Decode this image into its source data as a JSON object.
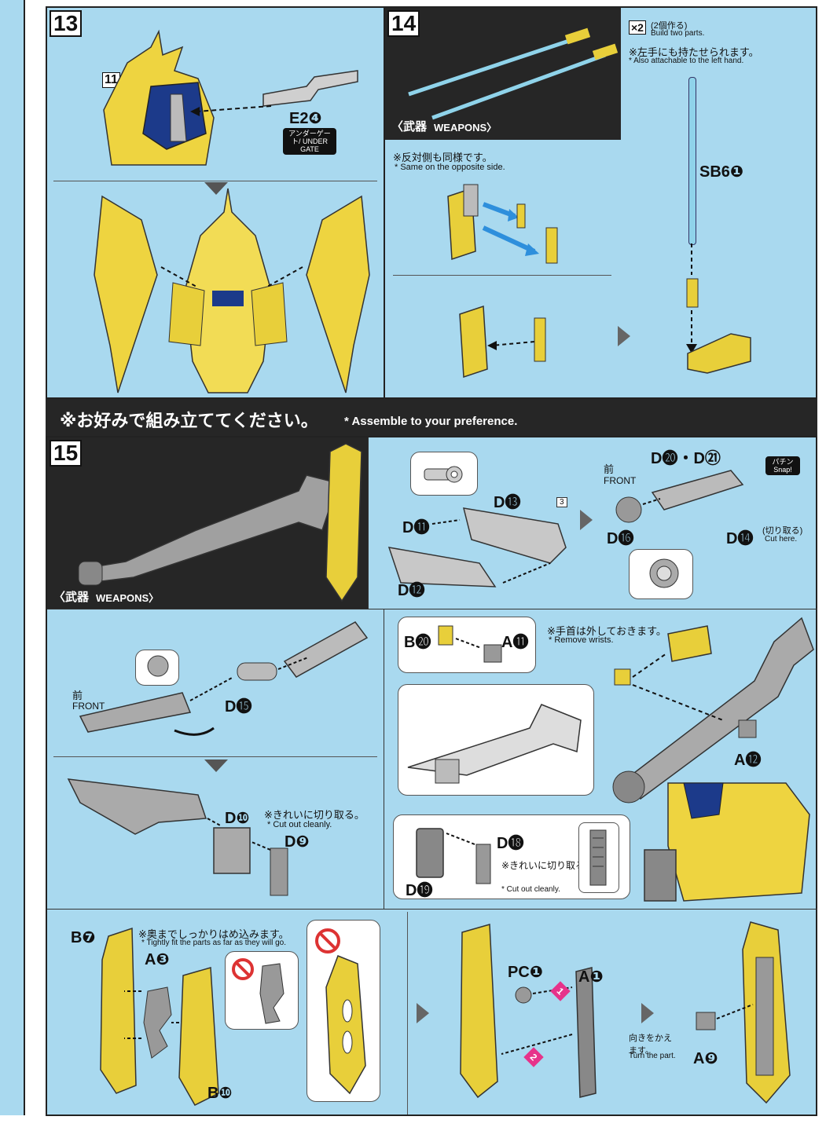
{
  "colors": {
    "panel_bg": "#a9d9ef",
    "dark_bg": "#262626",
    "gold": "#e8cf3a",
    "navy": "#1c3a8a",
    "arrow_blue": "#2e8fdc",
    "saber": "#8fd3ea",
    "magenta": "#e6338a"
  },
  "step13": {
    "number": "13",
    "inset_num": "11",
    "part_e2": "E2❹",
    "tag": "アンダーゲート/ UNDER GATE"
  },
  "step14": {
    "number": "14",
    "weapons_jp": "〈武器",
    "weapons_en": "WEAPONS〉",
    "build_x2": "×2",
    "build_jp": "(2個作る)",
    "build_en": "Build two parts.",
    "left_hand_jp": "※左手にも持たせられます。",
    "left_hand_en": "* Also attachable to the left hand.",
    "opposite_jp": "※反対側も同様です。",
    "opposite_en": "* Same on the opposite side.",
    "part_sb6": "SB6❶"
  },
  "banner": {
    "jp": "※お好みで組み立ててください。",
    "en": "* Assemble to your preference."
  },
  "step15": {
    "number": "15",
    "weapons_jp": "〈武器",
    "weapons_en": "WEAPONS〉",
    "d13": "D⓭",
    "d11": "D⓫",
    "d12": "D⓬",
    "inset3": "3",
    "d20_21": "D⓴・D㉑",
    "front_jp": "前",
    "front_en": "FRONT",
    "snap_jp": "パチン",
    "snap_en": "Snap!",
    "d16": "D⓰",
    "d14": "D⓮",
    "cut_jp": "(切り取る)",
    "cut_en": "Cut here.",
    "d15": "D⓯",
    "d10": "D❿",
    "d9": "D❾",
    "cut_clean_jp": "※きれいに切り取る。",
    "cut_clean_en": "* Cut out cleanly.",
    "b20": "B⓴",
    "a11": "A⓫",
    "wrists_jp": "※手首は外しておきます。",
    "wrists_en": "* Remove wrists.",
    "a12": "A⓬",
    "d18": "D⓲",
    "d19": "D⓳",
    "cut_clean2_jp": "※きれいに切り取る。",
    "cut_clean2_en": "* Cut out cleanly.",
    "b7": "B❼",
    "a3": "A❸",
    "tight_jp": "※奥までしっかりはめ込みます。",
    "tight_en": "* Tightly fit the parts as far as they will go.",
    "b10": "B❿",
    "pc1": "PC❶",
    "a1": "A❶",
    "mark1": "1",
    "mark2": "2",
    "turn_jp": "向きをかえます。",
    "turn_en": "Turn the part.",
    "a9": "A❾"
  }
}
